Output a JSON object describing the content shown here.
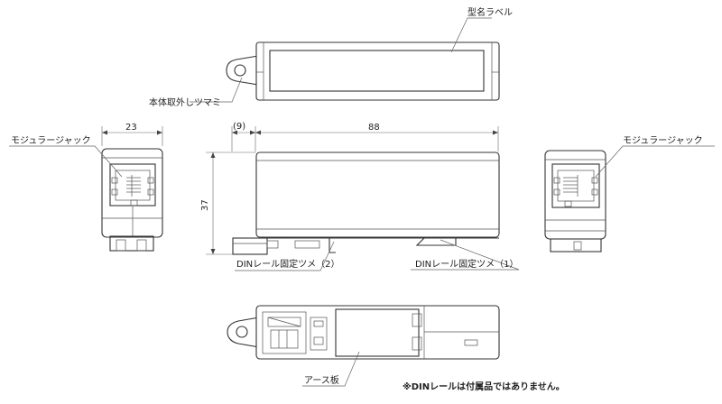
{
  "labels": {
    "model_label": "型名ラベル",
    "removal_tab": "本体取外しツマミ",
    "modular_jack_left": "モジュラージャック",
    "modular_jack_right": "モジュラージャック",
    "din_tab_2": "DINレール固定ツメ（2）",
    "din_tab_1": "DINレール固定ツメ（1）",
    "earth_plate": "アース板",
    "note": "※DINレールは付属品ではありません。"
  },
  "dimensions": {
    "side_width": "23",
    "tab_offset": "(9)",
    "body_length": "88",
    "body_height": "37"
  }
}
